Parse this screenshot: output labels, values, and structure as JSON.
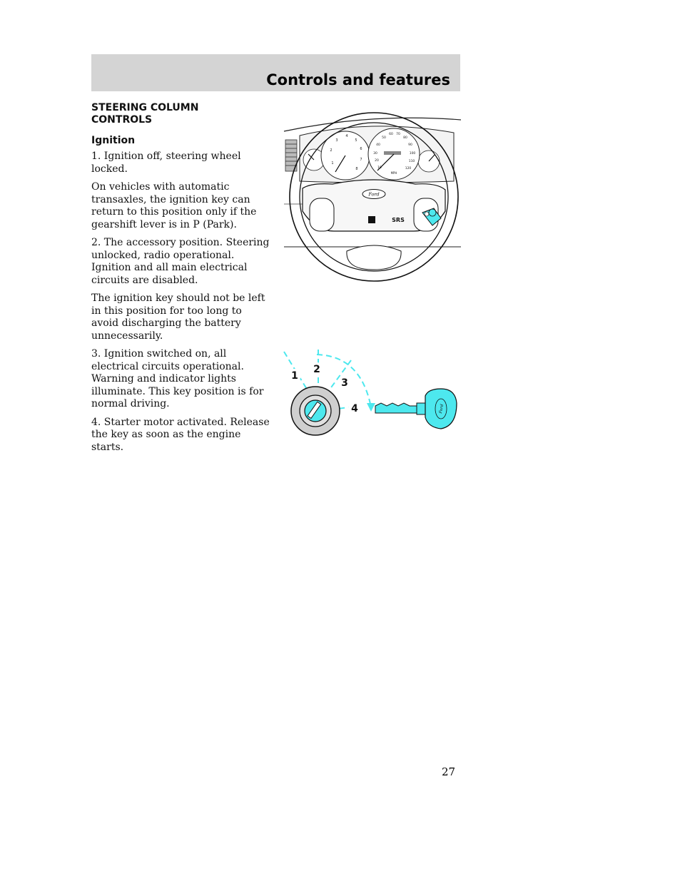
{
  "header": {
    "title": "Controls and features"
  },
  "section": {
    "heading": "STEERING COLUMN CONTROLS",
    "subheading": "Ignition"
  },
  "paragraphs": [
    "1. Ignition off, steering wheel locked.",
    "On vehicles with automatic transaxles, the ignition key can return to this position only if the gearshift lever is in P (Park).",
    "2. The accessory position. Steering unlocked, radio operational. Ignition and all main electrical circuits are disabled.",
    "The ignition key should not be left in this position for too long to avoid discharging the battery unnecessarily.",
    "3. Ignition switched on, all electrical circuits operational. Warning and indicator lights illuminate. This key position is for normal driving.",
    "4. Starter motor activated. Release the key as soon as the engine starts."
  ],
  "figure_wheel": {
    "brand": "Ford",
    "badge": "SRS",
    "speed_unit": "MPH"
  },
  "figure_key": {
    "positions": [
      "1",
      "2",
      "3",
      "4"
    ],
    "accent_color": "#4de8ee",
    "brand": "Ford"
  },
  "page": {
    "number": "27"
  }
}
